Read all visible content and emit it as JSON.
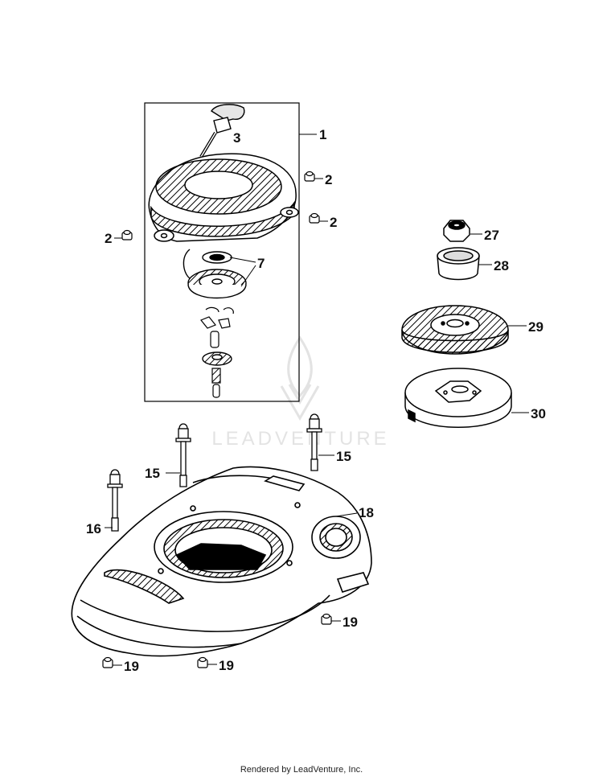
{
  "diagram": {
    "callouts": {
      "c1": "1",
      "c2a": "2",
      "c2b": "2",
      "c2c": "2",
      "c3": "3",
      "c7": "7",
      "c15a": "15",
      "c15b": "15",
      "c16": "16",
      "c18": "18",
      "c19a": "19",
      "c19b": "19",
      "c19c": "19",
      "c27": "27",
      "c28": "28",
      "c29": "29",
      "c30": "30"
    },
    "watermark_icon": "flame-logo-icon",
    "watermark_text": "LEADVENTURE",
    "footer": "Rendered by LeadVenture, Inc."
  }
}
